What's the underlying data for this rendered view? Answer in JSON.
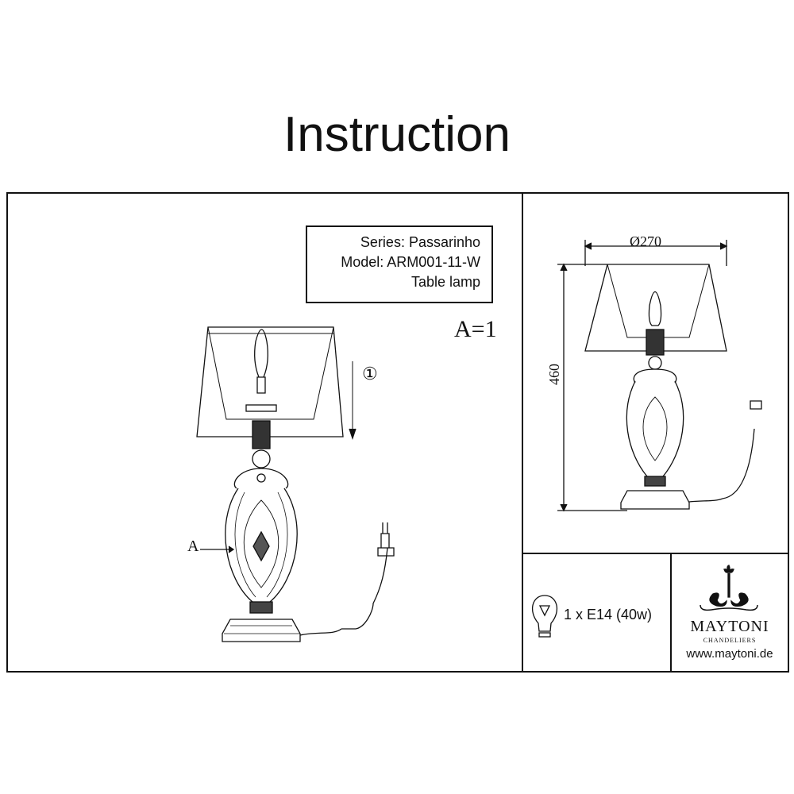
{
  "title": "Instruction",
  "product": {
    "series": "Series: Passarinho",
    "model": "Model: ARM001-11-W",
    "type": "Table lamp"
  },
  "part_count": "A=1",
  "part_label": "A",
  "step_marker": "①",
  "dimensions": {
    "diameter": "Ø270",
    "height": "460"
  },
  "bulb": {
    "icon": "light-bulb-icon",
    "spec": "1 x E14 (40w)"
  },
  "brand": {
    "name": "MAYTONI",
    "tagline": "CHANDELIERS",
    "url": "www.maytoni.de"
  }
}
